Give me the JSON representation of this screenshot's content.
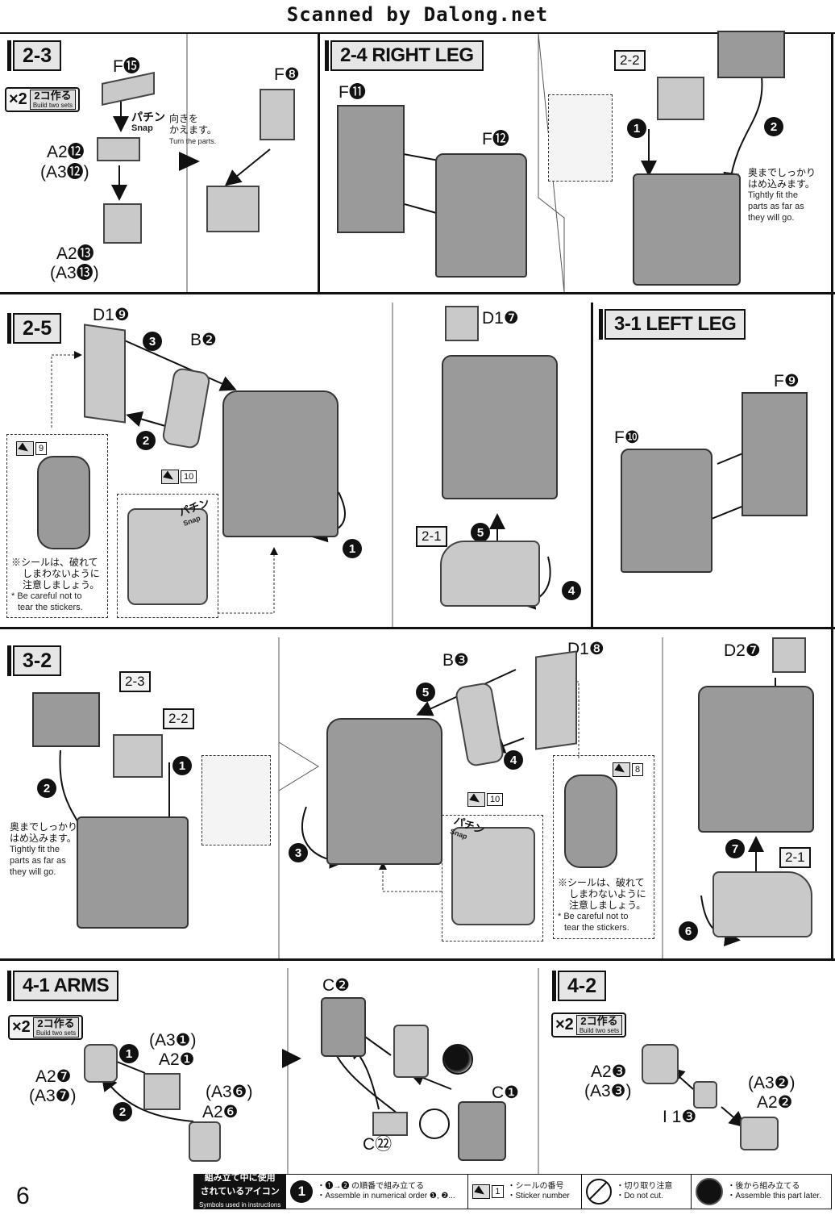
{
  "watermark": "Scanned by Dalong.net",
  "page_number": "6",
  "s23": {
    "step": "2-3",
    "times": "×2",
    "make_jp": "2コ作る",
    "make_en": "Build two sets",
    "f15": "F⓯",
    "snap_jp": "パチン",
    "snap_en": "Snap",
    "a212": "A2⓬",
    "a312": "(A3⓬)",
    "a213": "A2⓭",
    "a313": "(A3⓭)",
    "turn_jp1": "向きを",
    "turn_jp2": "かえます。",
    "turn_en": "Turn the parts.",
    "f8": "F❽"
  },
  "s24": {
    "step": "2-4 RIGHT LEG",
    "f11": "F⓫",
    "f12": "F⓬",
    "ref22": "2-2",
    "n1": "1",
    "n2": "2",
    "note_jp1": "奥までしっかり",
    "note_jp2": "はめ込みます。",
    "note_en1": "Tightly fit the",
    "note_en2": "parts as far as",
    "note_en3": "they will go."
  },
  "s25": {
    "step": "2-5",
    "d19": "D1❾",
    "b2": "B❷",
    "n3": "3",
    "n2": "2",
    "n1": "1",
    "sticker9": "9",
    "sticker10": "10",
    "snap_jp": "パチン",
    "snap_en": "Snap",
    "caution_jp1": "※シールは、破れて",
    "caution_jp2": "しまわないように",
    "caution_jp3": "注意しましょう。",
    "caution_en1": "* Be careful not to",
    "caution_en2": "tear the stickers.",
    "d17": "D1❼",
    "ref21": "2-1",
    "n5": "5",
    "n4": "4"
  },
  "s31": {
    "step": "3-1 LEFT LEG",
    "f9": "F❾",
    "f10": "F❿"
  },
  "s32": {
    "step": "3-2",
    "ref23": "2-3",
    "ref22": "2-2",
    "n1": "1",
    "n2": "2",
    "note_jp1": "奥までしっかり",
    "note_jp2": "はめ込みます。",
    "note_en1": "Tightly fit the",
    "note_en2": "parts as far as",
    "note_en3": "they will go.",
    "b3": "B❸",
    "d18": "D1❽",
    "n5": "5",
    "n4": "4",
    "n3": "3",
    "sticker10": "10",
    "sticker8": "8",
    "snap_jp": "パチン",
    "snap_en": "Snap",
    "caution_jp1": "※シールは、破れて",
    "caution_jp2": "しまわないように",
    "caution_jp3": "注意しましょう。",
    "caution_en1": "* Be careful not to",
    "caution_en2": "tear the stickers.",
    "d27": "D2❼",
    "ref21": "2-1",
    "n7": "7",
    "n6": "6"
  },
  "s41": {
    "step": "4-1 ARMS",
    "times": "×2",
    "make_jp": "2コ作る",
    "make_en": "Build two sets",
    "a27": "A2❼",
    "a37": "(A3❼)",
    "a31": "(A3❶)",
    "a21": "A2❶",
    "a36": "(A3❻)",
    "a26": "A2❻",
    "n1": "1",
    "n2": "2",
    "c2": "C❷",
    "c1": "C❶",
    "c22": "C㉒"
  },
  "s42": {
    "step": "4-2",
    "times": "×2",
    "make_jp": "2コ作る",
    "make_en": "Build two sets",
    "a23": "A2❸",
    "a33": "(A3❸)",
    "a32": "(A3❷)",
    "a22": "A2❷",
    "i13": "I 1❸"
  },
  "legend": {
    "head_jp1": "組み立て中に使用",
    "head_jp2": "されているアイコン",
    "head_en": "Symbols used in instructions",
    "order_icon": "1",
    "order_jp": "・❶→❷ の順番で組み立てる",
    "order_en": "・Assemble in numerical order ❶, ❷...",
    "sticker_num": "1",
    "sticker_jp": "・シールの番号",
    "sticker_en": "・Sticker number",
    "nocut_jp": "・切り取り注意",
    "nocut_en": "・Do not cut.",
    "later_jp": "・後から組み立てる",
    "later_en": "・Assemble this part later."
  }
}
